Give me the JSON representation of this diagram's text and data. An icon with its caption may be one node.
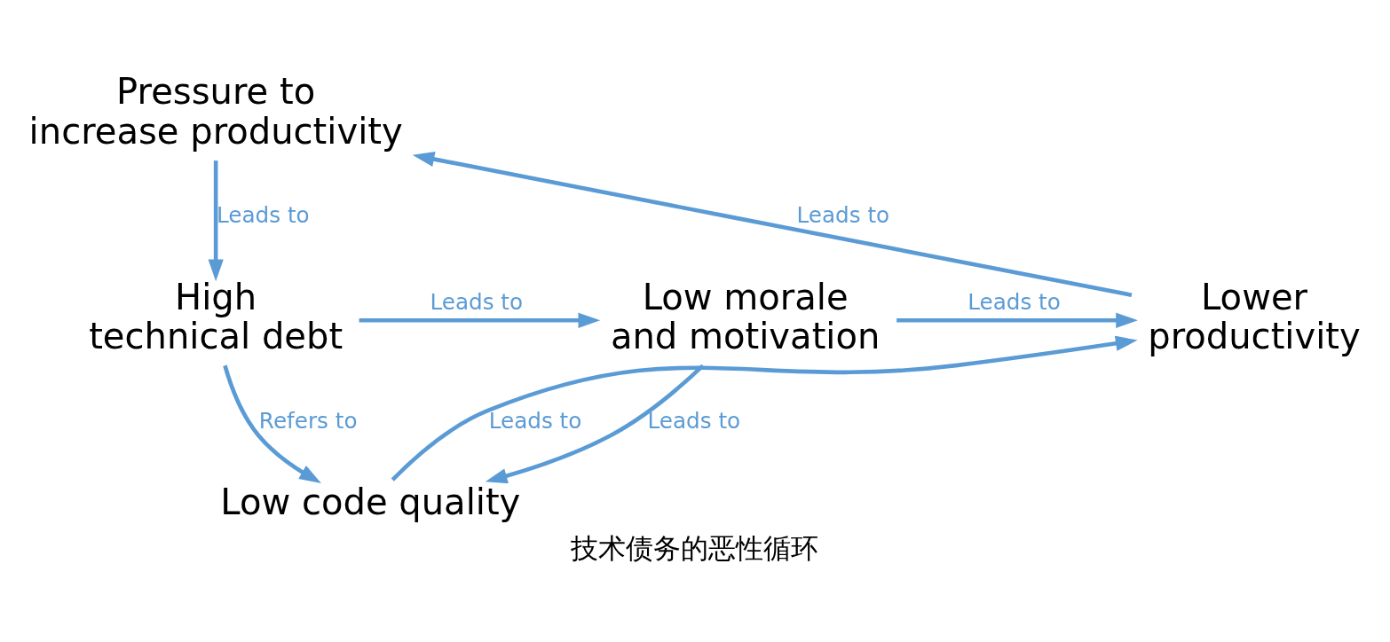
{
  "diagram": {
    "caption": "技术债务的恶性循环",
    "nodes": [
      {
        "text": [
          "Pressure to increase productivity"
        ]
      },
      {
        "text": [
          "High technical debt"
        ]
      },
      {
        "text": [
          "Low morale and motivation"
        ]
      },
      {
        "text": [
          "Lower productivity"
        ]
      },
      {
        "text": [
          "Low code quality"
        ]
      }
    ],
    "edges": [
      {
        "from": 0,
        "to": 1,
        "arrow": "to",
        "label": "Leads to"
      },
      {
        "from": 1,
        "to": 2,
        "arrow": "to",
        "label": "Leads to"
      },
      {
        "from": 2,
        "to": 3,
        "arrow": "to",
        "label": "Leads to"
      },
      {
        "from": 3,
        "to": 0,
        "arrow": "to",
        "label": "Leads to"
      },
      {
        "from": 2,
        "to": 4,
        "arrow": "to",
        "label": "Leads to"
      },
      {
        "from": 1,
        "to": 4,
        "arrow": "to",
        "label": "Refers to"
      },
      {
        "from": 4,
        "to": 3,
        "arrow": "to",
        "label": "Leads to"
      }
    ]
  }
}
